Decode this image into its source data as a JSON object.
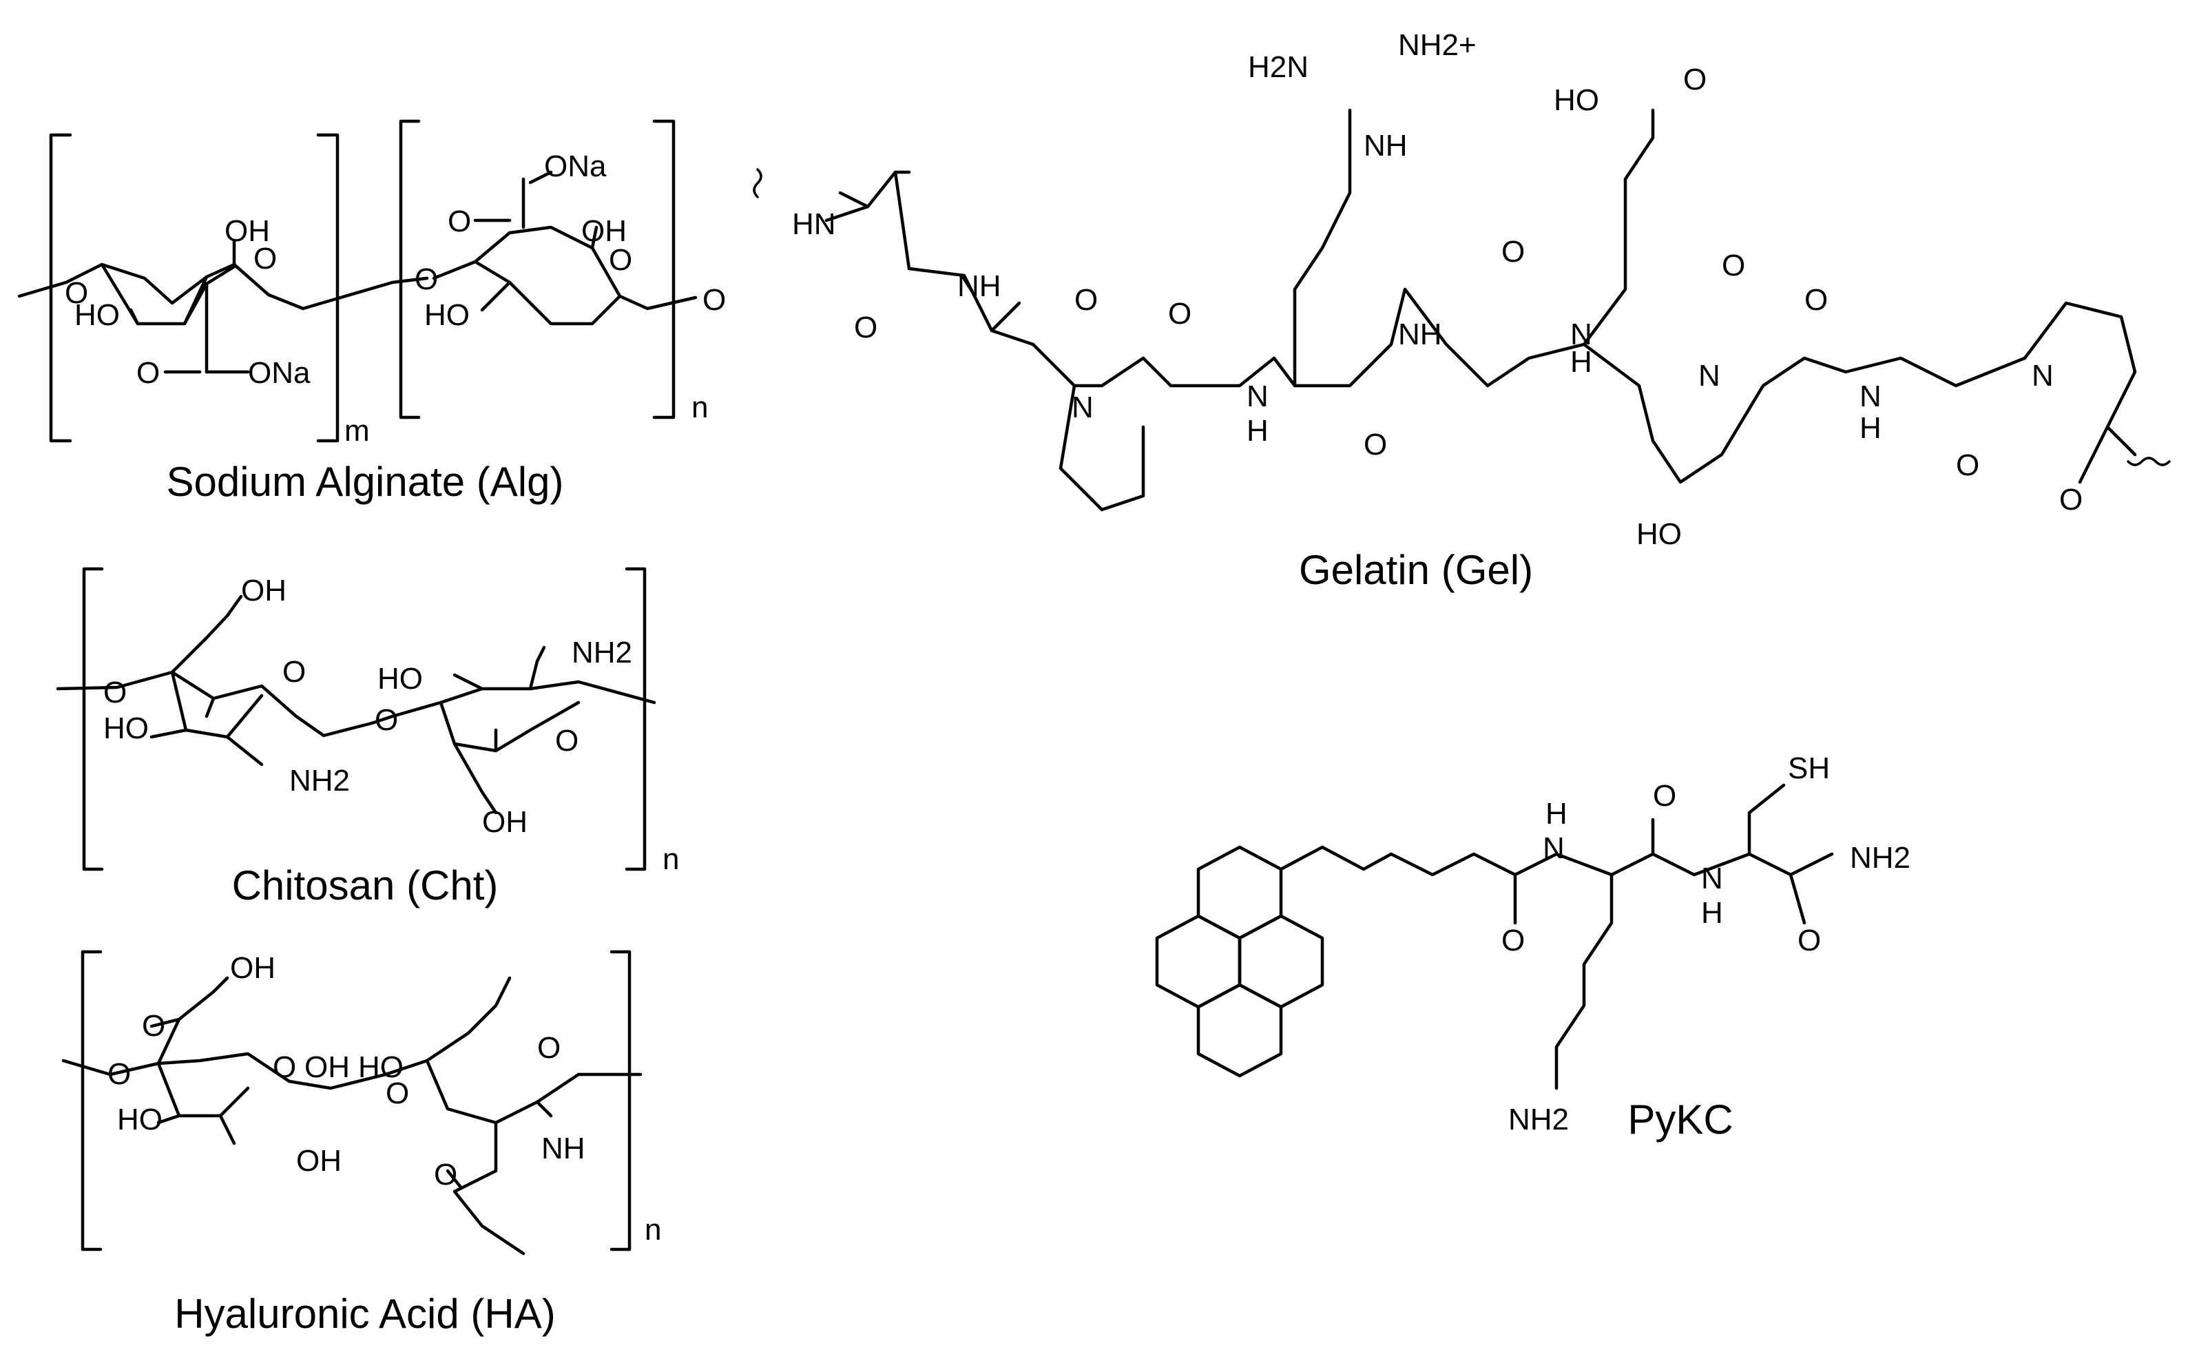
{
  "molecules": {
    "alginate": {
      "caption": "Sodium Alginate (Alg)",
      "labels": [
        "O",
        "OH",
        "O",
        "HO",
        "O",
        "ONa",
        "O",
        "ONa",
        "O",
        "OH",
        "O",
        "HO",
        "O"
      ],
      "subscripts": [
        "m",
        "n"
      ]
    },
    "chitosan": {
      "caption": "Chitosan (Cht)",
      "labels": [
        "OH",
        "O",
        "O",
        "HO",
        "NH2",
        "O",
        "HO",
        "NH2",
        "O",
        "OH"
      ],
      "subscripts": [
        "n"
      ]
    },
    "hyaluronic": {
      "caption": "Hyaluronic Acid (HA)",
      "labels": [
        "OH",
        "O",
        "O",
        "O",
        "HO",
        "OH",
        "OH",
        "HO",
        "O",
        "O",
        "NH",
        "O"
      ],
      "subscripts": [
        "n"
      ]
    },
    "gelatin": {
      "caption": "Gelatin (Gel)",
      "labels": [
        "HN",
        "O",
        "NH",
        "O",
        "N",
        "O",
        "N",
        "H",
        "H2N",
        "NH2+",
        "NH",
        "O",
        "NH",
        "O",
        "N",
        "H",
        "HO",
        "O",
        "O",
        "N",
        "O",
        "HO",
        "N",
        "H",
        "O",
        "N",
        "O"
      ]
    },
    "pykc": {
      "caption": "PyKC",
      "labels": [
        "H",
        "N",
        "O",
        "O",
        "N",
        "H",
        "SH",
        "NH2",
        "O",
        "NH2"
      ]
    }
  },
  "style": {
    "ink": "#000000",
    "background": "#ffffff"
  }
}
